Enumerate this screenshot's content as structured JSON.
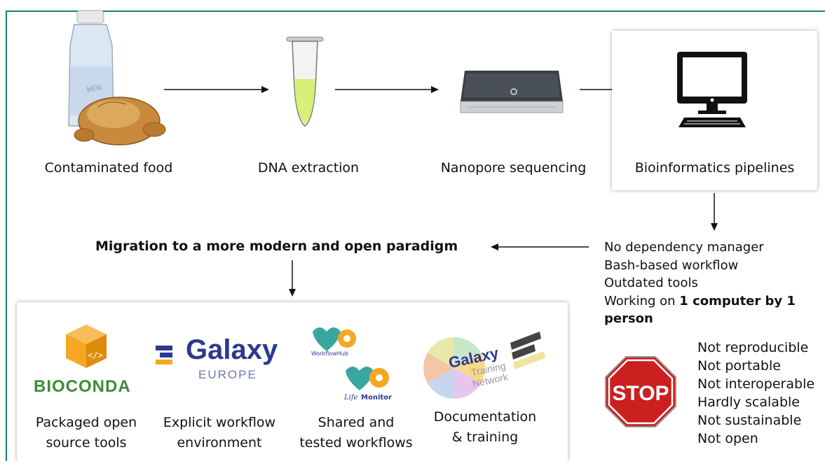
{
  "steps": [
    {
      "label": "Contaminated food",
      "icon": "food-icon"
    },
    {
      "label": "DNA extraction",
      "icon": "tube-icon"
    },
    {
      "label": "Nanopore sequencing",
      "icon": "sequencer-icon"
    },
    {
      "label": "Bioinformatics pipelines",
      "icon": "computer-icon"
    }
  ],
  "milk_label": "Milk",
  "migration": "Migration to a more modern and open paradigm",
  "issues": {
    "lines": [
      "No dependency manager",
      "Bash-based workflow",
      "Outdated tools"
    ],
    "last_prefix": "Working on ",
    "last_bold_1": "1 computer by 1",
    "last_bold_2": "person"
  },
  "stop_label": "STOP",
  "consequences": [
    "Not reproducible",
    "Not portable",
    "Not interoperable",
    "Hardly scalable",
    "Not sustainable",
    "Not open"
  ],
  "tools": [
    {
      "logo": "BIOCONDA",
      "line1": "Packaged open",
      "line2": "source tools"
    },
    {
      "logo_main": "Galaxy",
      "logo_sub": "EUROPE",
      "line1": "Explicit workflow",
      "line2": "environment"
    },
    {
      "logo_a": "WorkflowHub",
      "logo_b1": "Life",
      "logo_b2": "Monitor",
      "line1": "Shared and",
      "line2": "tested workflows"
    },
    {
      "logo_a": "Galaxy",
      "logo_b": "Training",
      "logo_c": "Network",
      "line1": "Documentation",
      "line2": "& training"
    }
  ],
  "colors": {
    "frame": "#1d7f7f",
    "stop": "#cc1f1f",
    "galaxy_blue": "#2b3990",
    "bioconda_green": "#3d8b37",
    "conda_orange": "#f5a623"
  }
}
